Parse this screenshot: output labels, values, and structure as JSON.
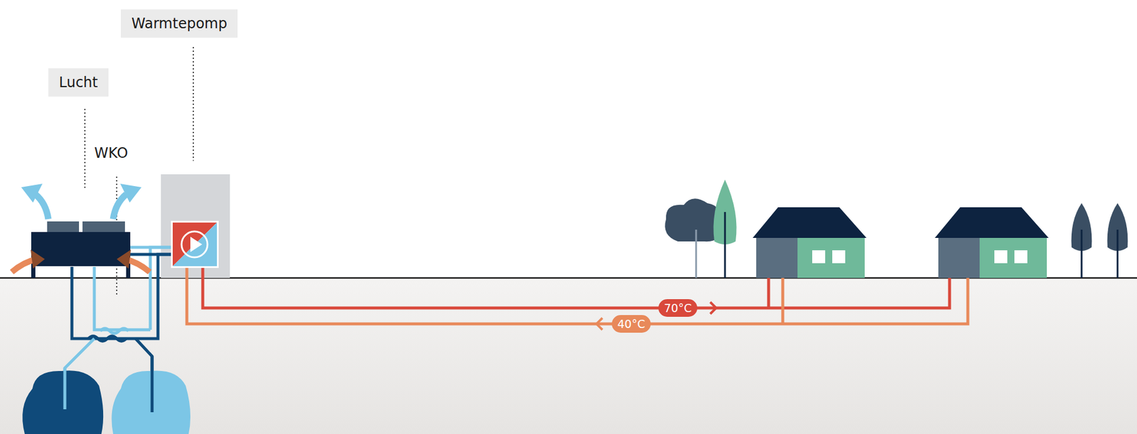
{
  "diagram": {
    "nodes": [
      {
        "text": [
          "Warmtepomp"
        ]
      },
      {
        "text": [
          "Lucht"
        ]
      },
      {
        "text": [
          "70°C"
        ]
      },
      {
        "text": [
          "40°C"
        ]
      }
    ],
    "labels": [
      "WKO"
    ]
  }
}
